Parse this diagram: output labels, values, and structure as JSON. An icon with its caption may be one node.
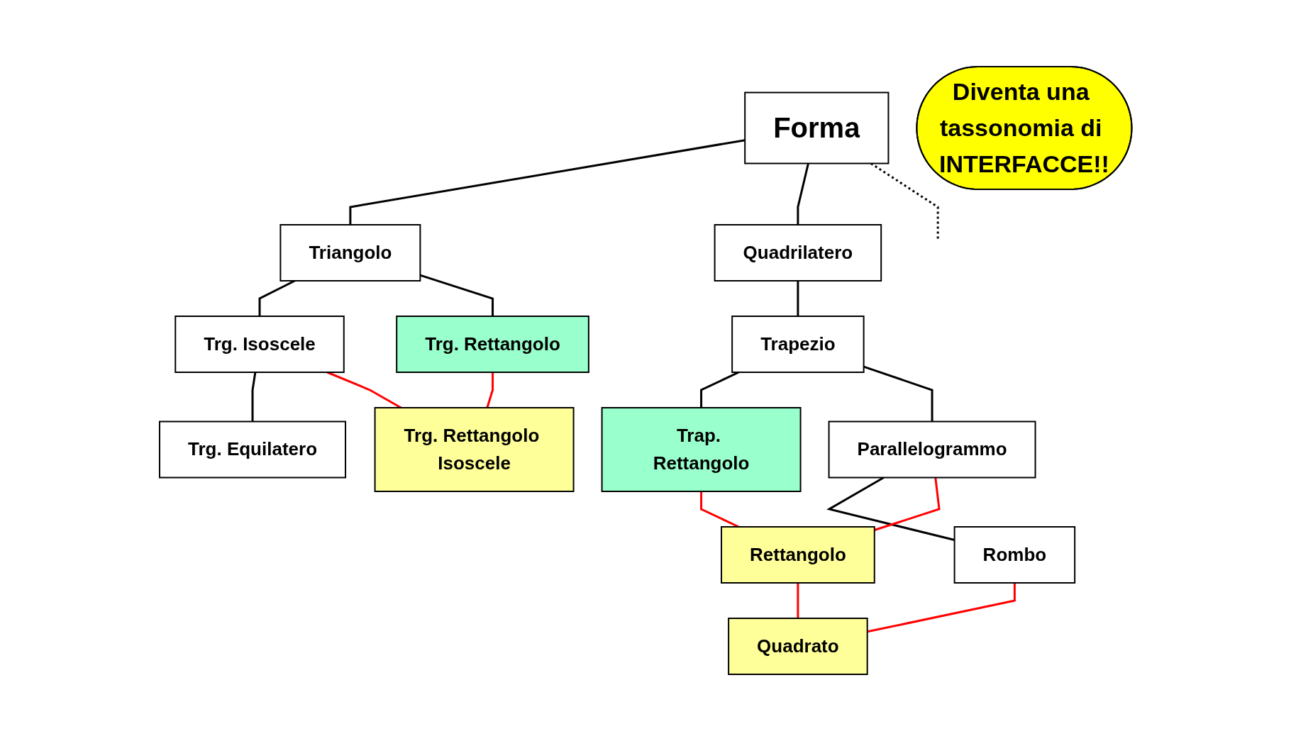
{
  "diagram": {
    "nodes": [
      {
        "text": [
          "Forma"
        ]
      },
      {
        "text": [
          "Triangolo"
        ]
      },
      {
        "text": [
          "Quadrilatero"
        ]
      },
      {
        "text": [
          "Trg. Isoscele"
        ]
      },
      {
        "text": [
          "Trg. Rettangolo"
        ]
      },
      {
        "text": [
          "Trapezio"
        ]
      },
      {
        "text": [
          "Trap. Rettangolo"
        ]
      },
      {
        "text": [
          "Trg. Equilatero"
        ]
      },
      {
        "text": [
          "Trg. Rettangolo Isoscele"
        ]
      },
      {
        "text": [
          "Parallelogrammo"
        ]
      },
      {
        "text": [
          "Rettangolo"
        ]
      },
      {
        "text": [
          "Rombo"
        ]
      },
      {
        "text": [
          "Quadrato"
        ]
      },
      {
        "text": [
          "Diventa una tassonomia di INTERFACCE!!"
        ]
      }
    ],
    "edges": [
      {
        "from": 0,
        "to": 1,
        "arrow": "none"
      },
      {
        "from": 0,
        "to": 2,
        "arrow": "none"
      },
      {
        "from": 0,
        "to": null,
        "arrow": "none",
        "style": "dashed"
      },
      {
        "from": 1,
        "to": 3,
        "arrow": "none"
      },
      {
        "from": 1,
        "to": 4,
        "arrow": "none"
      },
      {
        "from": 2,
        "to": 5,
        "arrow": "none"
      },
      {
        "from": 5,
        "to": 6,
        "arrow": "none"
      },
      {
        "from": 5,
        "to": 9,
        "arrow": "none"
      },
      {
        "from": 3,
        "to": 7,
        "arrow": "none"
      },
      {
        "from": 3,
        "to": 8,
        "arrow": "none",
        "color": "#ff0000"
      },
      {
        "from": 4,
        "to": 8,
        "arrow": "none",
        "color": "#ff0000"
      },
      {
        "from": 9,
        "to": 11,
        "arrow": "none"
      },
      {
        "from": 9,
        "to": 10,
        "arrow": "none",
        "color": "#ff0000"
      },
      {
        "from": 6,
        "to": 10,
        "arrow": "none",
        "color": "#ff0000"
      },
      {
        "from": 11,
        "to": 12,
        "arrow": "none",
        "color": "#ff0000"
      },
      {
        "from": 10,
        "to": 12,
        "arrow": "none",
        "color": "#ff0000"
      }
    ]
  }
}
